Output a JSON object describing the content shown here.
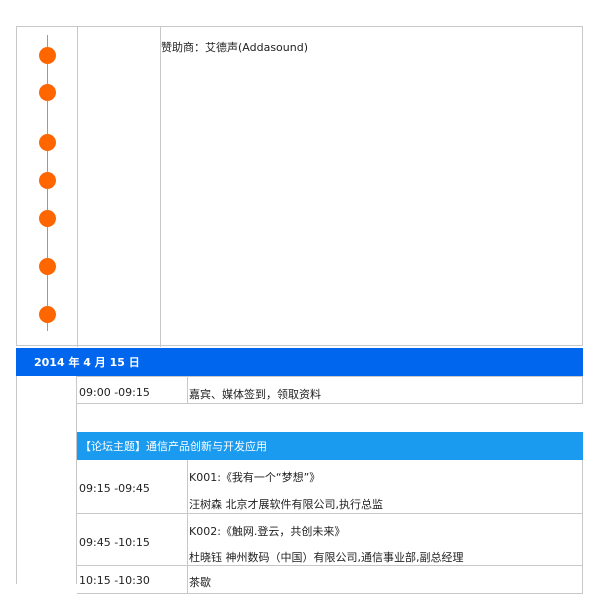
{
  "sponsor": "赞助商：艾德声(Addasound)",
  "date": "2014 年 4 月 15 日",
  "topic": "【论坛主题】通信产品创新与开发应用",
  "timeline_dots": 7,
  "schedule": [
    {
      "time": "09:00 -09:15",
      "line1": "嘉宾、媒体签到，领取资料",
      "line2": ""
    },
    {
      "time": "09:15 -09:45",
      "line1": "K001:《我有一个“梦想”》",
      "line2": "汪树森 北京才展软件有限公司,执行总监"
    },
    {
      "time": "09:45 -10:15",
      "line1": "K002:《触网.登云，共创未来》",
      "line2": "杜晓钰 神州数码（中国）有限公司,通信事业部,副总经理"
    },
    {
      "time": "10:15 -10:30",
      "line1": "茶歇",
      "line2": ""
    }
  ],
  "colors": {
    "accent_orange": "#ff6600",
    "date_blue": "#0066ee",
    "topic_blue": "#1a9bf0"
  }
}
